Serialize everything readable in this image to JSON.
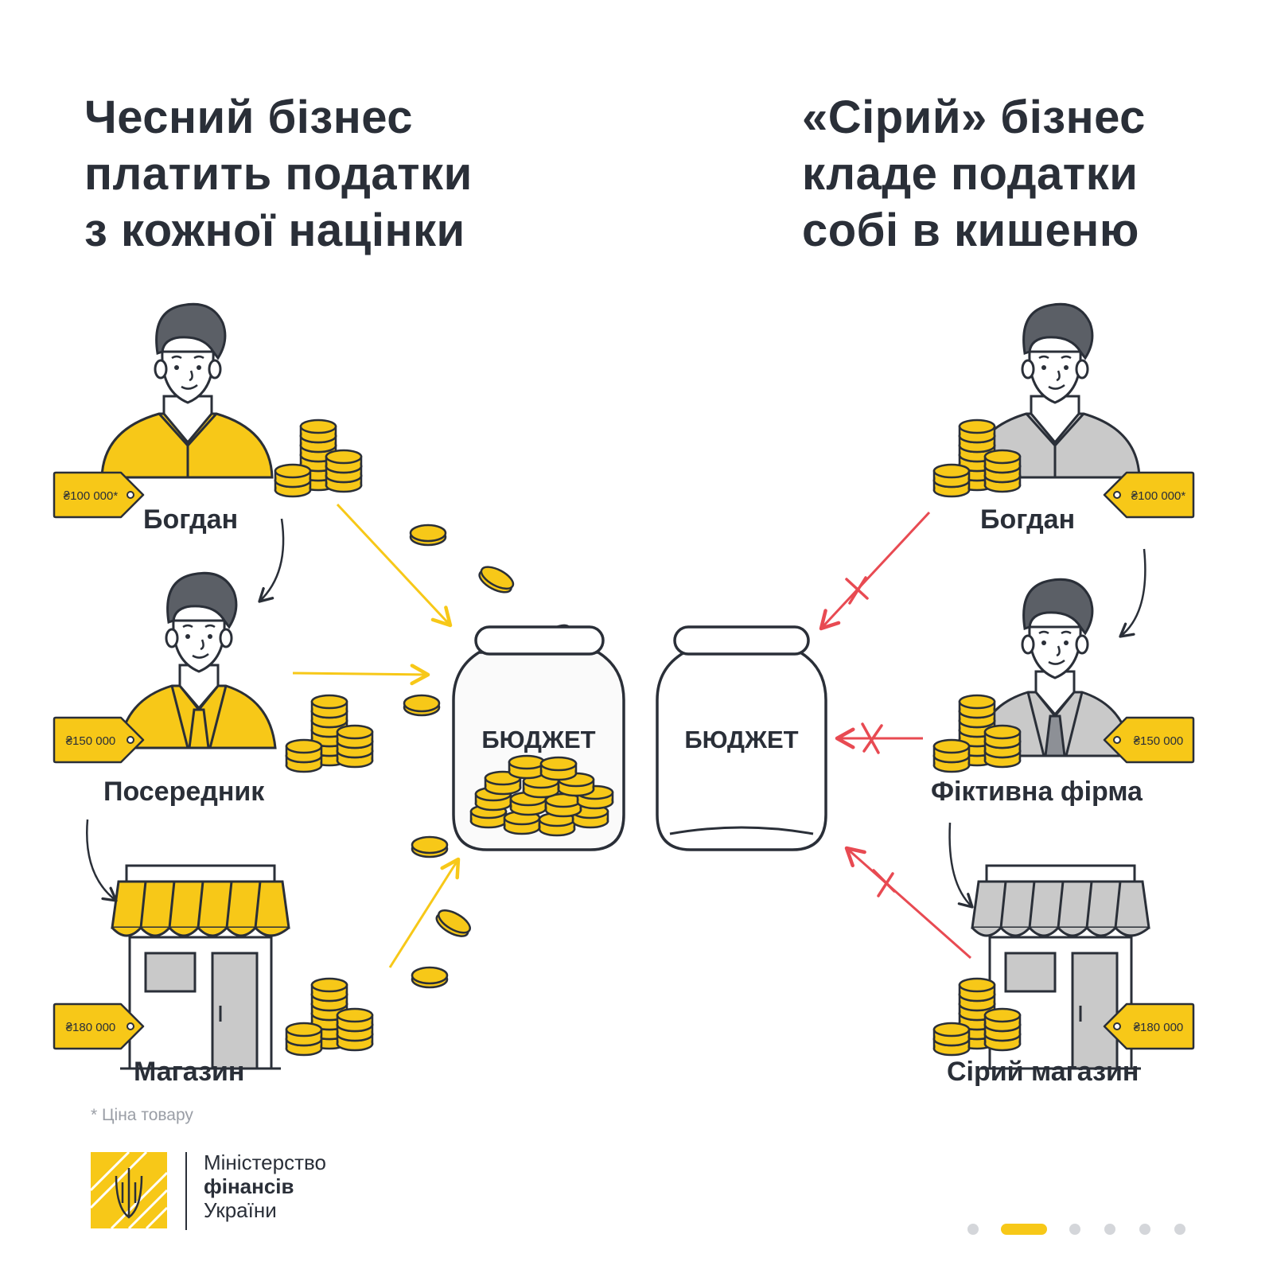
{
  "headline_left": [
    "Чесний бізнес",
    "платить податки",
    "з кожної націнки"
  ],
  "headline_right": [
    "«Сірий» бізнес",
    "кладе податки",
    "собі в кишеню"
  ],
  "honest": {
    "bohdan": {
      "name": "Богдан",
      "price": "₴100 000*"
    },
    "intermediary": {
      "name": "Посередник",
      "price": "₴150 000"
    },
    "shop": {
      "name": "Магазин",
      "price": "₴180 000"
    }
  },
  "grey": {
    "bohdan": {
      "name": "Богдан",
      "price": "₴100 000*"
    },
    "fictitious": {
      "name": "Фіктивна фірма",
      "price": "₴150 000"
    },
    "shop": {
      "name": "Сірий магазин",
      "price": "₴180 000"
    }
  },
  "budget_label": "БЮДЖЕТ",
  "footnote": "* Ціна товару",
  "ministry": {
    "line1": "Міністерство",
    "line2": "фінансів",
    "line3": "України"
  },
  "pager": {
    "total": 6,
    "active": 2
  },
  "colors": {
    "yellow": "#f7c818",
    "grey_fill": "#c9c9c9",
    "text": "#2a2f38",
    "red": "#e84a52"
  }
}
